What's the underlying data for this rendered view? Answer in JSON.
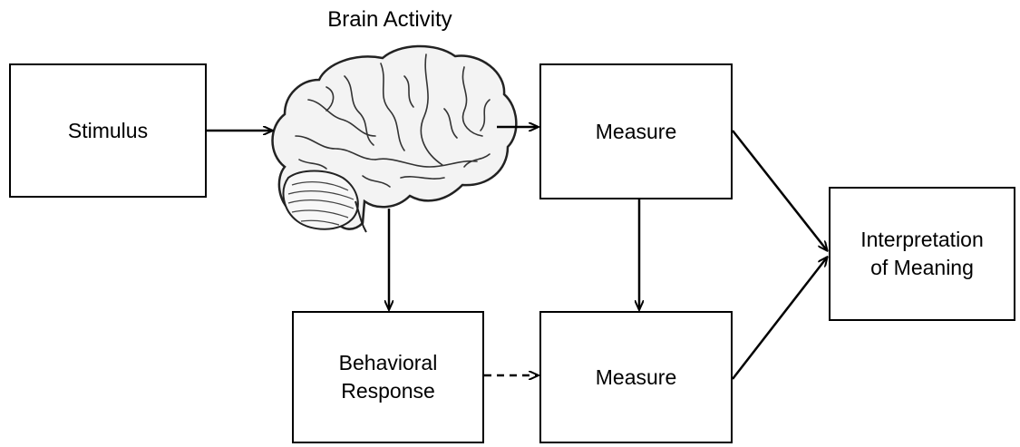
{
  "title": "Brain Activity",
  "nodes": {
    "stimulus": "Stimulus",
    "measure_top": "Measure",
    "measure_bottom": "Measure",
    "behavioral_response": "Behavioral\nResponse",
    "interpretation": "Interpretation\nof Meaning"
  },
  "icons": {
    "brain": "brain-icon"
  }
}
